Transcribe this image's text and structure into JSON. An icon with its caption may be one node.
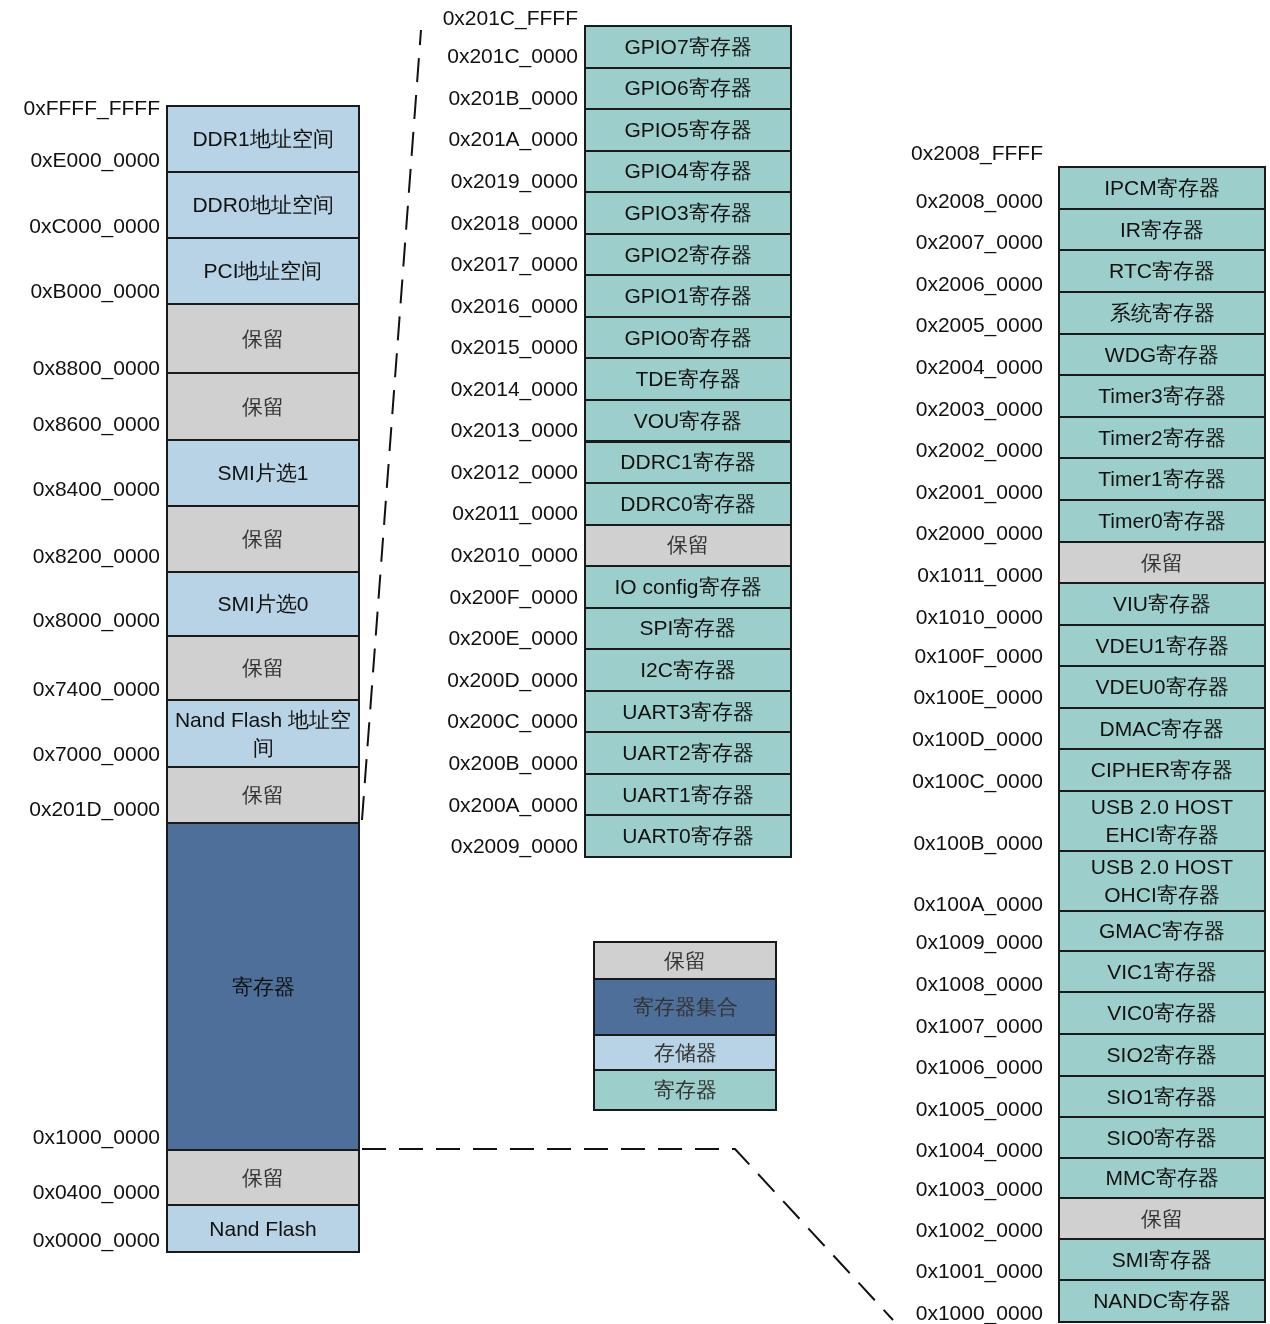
{
  "diagram": {
    "nodes": [
      {
        "text": [
          "DDR1地址空间"
        ]
      },
      {
        "text": [
          "DDR0地址空间"
        ]
      },
      {
        "text": [
          "PCI地址空间"
        ]
      },
      {
        "text": [
          "保留"
        ]
      },
      {
        "text": [
          "保留"
        ]
      },
      {
        "text": [
          "SMI片选1"
        ]
      },
      {
        "text": [
          "保留"
        ]
      },
      {
        "text": [
          "SMI片选0"
        ]
      },
      {
        "text": [
          "保留"
        ]
      },
      {
        "text": [
          "Nand Flash 地址空间"
        ]
      },
      {
        "text": [
          "保留"
        ]
      },
      {
        "text": [
          "寄存器"
        ]
      },
      {
        "text": [
          "保留"
        ]
      },
      {
        "text": [
          "Nand Flash"
        ]
      },
      {
        "text": [
          "GPIO7寄存器"
        ]
      },
      {
        "text": [
          "GPIO6寄存器"
        ]
      },
      {
        "text": [
          "GPIO5寄存器"
        ]
      },
      {
        "text": [
          "GPIO4寄存器"
        ]
      },
      {
        "text": [
          "GPIO3寄存器"
        ]
      },
      {
        "text": [
          "GPIO2寄存器"
        ]
      },
      {
        "text": [
          "GPIO1寄存器"
        ]
      },
      {
        "text": [
          "GPIO0寄存器"
        ]
      },
      {
        "text": [
          "TDE寄存器"
        ]
      },
      {
        "text": [
          "VOU寄存器"
        ]
      },
      {
        "text": [
          "DDRC1寄存器"
        ]
      },
      {
        "text": [
          "DDRC0寄存器"
        ]
      },
      {
        "text": [
          "保留"
        ]
      },
      {
        "text": [
          "IO config寄存器"
        ]
      },
      {
        "text": [
          "SPI寄存器"
        ]
      },
      {
        "text": [
          "I2C寄存器"
        ]
      },
      {
        "text": [
          "UART3寄存器"
        ]
      },
      {
        "text": [
          "UART2寄存器"
        ]
      },
      {
        "text": [
          "UART1寄存器"
        ]
      },
      {
        "text": [
          "UART0寄存器"
        ]
      },
      {
        "text": [
          "IPCM寄存器"
        ]
      },
      {
        "text": [
          "IR寄存器"
        ]
      },
      {
        "text": [
          "RTC寄存器"
        ]
      },
      {
        "text": [
          "系统寄存器"
        ]
      },
      {
        "text": [
          "WDG寄存器"
        ]
      },
      {
        "text": [
          "Timer3寄存器"
        ]
      },
      {
        "text": [
          "Timer2寄存器"
        ]
      },
      {
        "text": [
          "Timer1寄存器"
        ]
      },
      {
        "text": [
          "Timer0寄存器"
        ]
      },
      {
        "text": [
          "保留"
        ]
      },
      {
        "text": [
          "VIU寄存器"
        ]
      },
      {
        "text": [
          "VDEU1寄存器"
        ]
      },
      {
        "text": [
          "VDEU0寄存器"
        ]
      },
      {
        "text": [
          "DMAC寄存器"
        ]
      },
      {
        "text": [
          "CIPHER寄存器"
        ]
      },
      {
        "text": [
          "USB 2.0 HOST EHCI寄存器"
        ]
      },
      {
        "text": [
          "USB 2.0 HOST OHCI寄存器"
        ]
      },
      {
        "text": [
          "GMAC寄存器"
        ]
      },
      {
        "text": [
          "VIC1寄存器"
        ]
      },
      {
        "text": [
          "VIC0寄存器"
        ]
      },
      {
        "text": [
          "SIO2寄存器"
        ]
      },
      {
        "text": [
          "SIO1寄存器"
        ]
      },
      {
        "text": [
          "SIO0寄存器"
        ]
      },
      {
        "text": [
          "MMC寄存器"
        ]
      },
      {
        "text": [
          "保留"
        ]
      },
      {
        "text": [
          "SMI寄存器"
        ]
      },
      {
        "text": [
          "NANDC寄存器"
        ]
      }
    ],
    "labels": [
      "0xFFFF_FFFF",
      "0xE000_0000",
      "0xC000_0000",
      "0xB000_0000",
      "0x8800_0000",
      "0x8600_0000",
      "0x8400_0000",
      "0x8200_0000",
      "0x8000_0000",
      "0x7400_0000",
      "0x7000_0000",
      "0x201D_0000",
      "0x1000_0000",
      "0x0400_0000",
      "0x0000_0000",
      "0x201C_FFFF",
      "0x201C_0000",
      "0x201B_0000",
      "0x201A_0000",
      "0x2019_0000",
      "0x2018_0000",
      "0x2017_0000",
      "0x2016_0000",
      "0x2015_0000",
      "0x2014_0000",
      "0x2013_0000",
      "0x2012_0000",
      "0x2011_0000",
      "0x2010_0000",
      "0x200F_0000",
      "0x200E_0000",
      "0x200D_0000",
      "0x200C_0000",
      "0x200B_0000",
      "0x200A_0000",
      "0x2009_0000",
      "0x2008_FFFF",
      "0x2008_0000",
      "0x2007_0000",
      "0x2006_0000",
      "0x2005_0000",
      "0x2004_0000",
      "0x2003_0000",
      "0x2002_0000",
      "0x2001_0000",
      "0x2000_0000",
      "0x1011_0000",
      "0x1010_0000",
      "0x100F_0000",
      "0x100E_0000",
      "0x100D_0000",
      "0x100C_0000",
      "0x100B_0000",
      "0x100A_0000",
      "0x1009_0000",
      "0x1008_0000",
      "0x1007_0000",
      "0x1006_0000",
      "0x1005_0000",
      "0x1004_0000",
      "0x1003_0000",
      "0x1002_0000",
      "0x1001_0000",
      "0x1000_0000"
    ],
    "legend": [
      {
        "text": "保留",
        "color": "#d0d0d0"
      },
      {
        "text": "寄存器集合",
        "color": "#4d6f99"
      },
      {
        "text": "存储器",
        "color": "#b7d3e5"
      },
      {
        "text": "寄存器",
        "color": "#9ccfcb"
      }
    ]
  }
}
